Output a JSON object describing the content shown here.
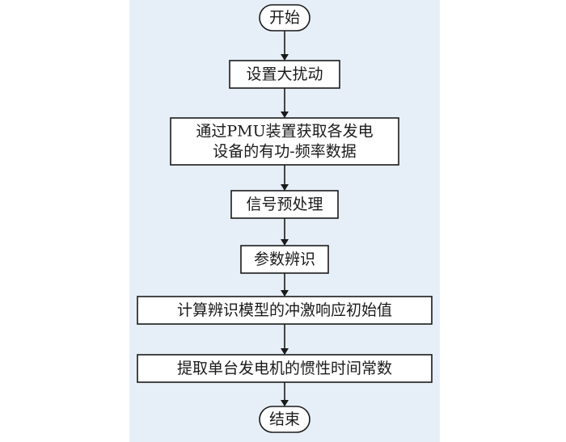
{
  "colors": {
    "panel_background": "#e6eff8",
    "node_fill": "#ffffff",
    "stroke": "#1a1a1a"
  },
  "nodes": [
    {
      "id": "start",
      "shape": "terminal",
      "lines": [
        "开始"
      ]
    },
    {
      "id": "step1",
      "shape": "process",
      "lines": [
        "设置大扰动"
      ]
    },
    {
      "id": "step2",
      "shape": "process",
      "lines": [
        "通过PMU装置获取各发电",
        "设备的有功-频率数据"
      ]
    },
    {
      "id": "step3",
      "shape": "process",
      "lines": [
        "信号预处理"
      ]
    },
    {
      "id": "step4",
      "shape": "process",
      "lines": [
        "参数辨识"
      ]
    },
    {
      "id": "step5",
      "shape": "process",
      "lines": [
        "计算辨识模型的冲激响应初始值"
      ]
    },
    {
      "id": "step6",
      "shape": "process",
      "lines": [
        "提取单台发电机的惯性时间常数"
      ]
    },
    {
      "id": "end",
      "shape": "terminal",
      "lines": [
        "结束"
      ]
    }
  ],
  "edges": [
    {
      "from": "start",
      "to": "step1"
    },
    {
      "from": "step1",
      "to": "step2"
    },
    {
      "from": "step2",
      "to": "step3"
    },
    {
      "from": "step3",
      "to": "step4"
    },
    {
      "from": "step4",
      "to": "step5"
    },
    {
      "from": "step5",
      "to": "step6"
    },
    {
      "from": "step6",
      "to": "end"
    }
  ]
}
